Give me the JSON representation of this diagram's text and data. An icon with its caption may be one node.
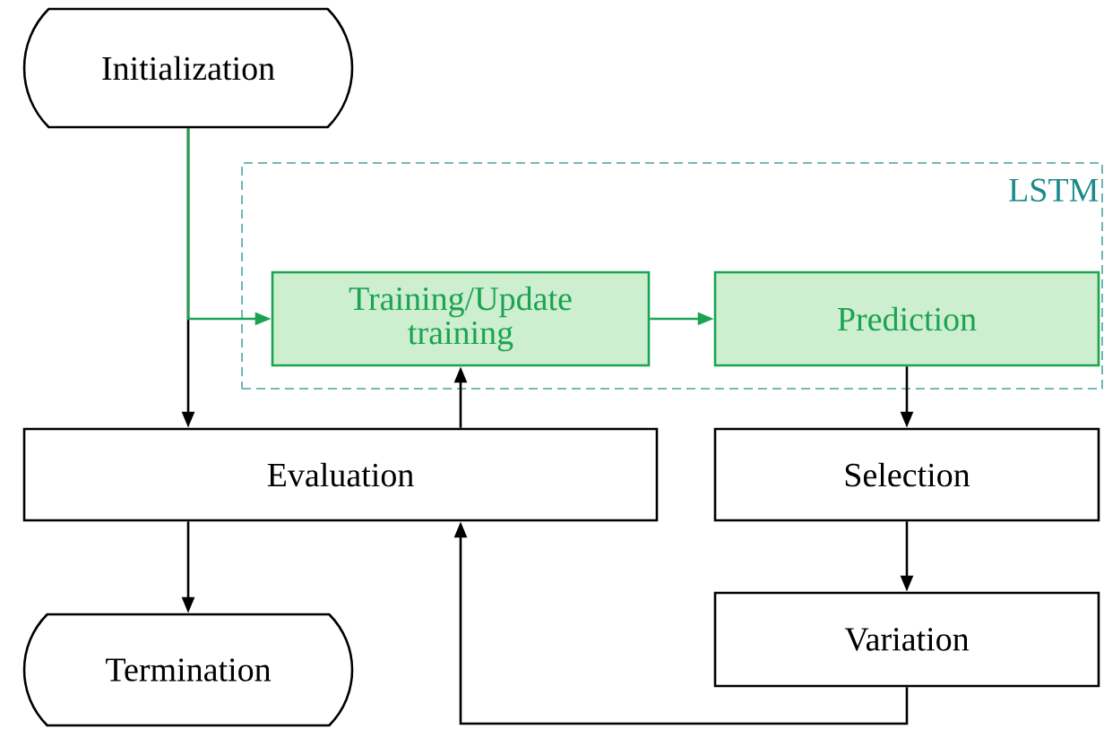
{
  "diagram": {
    "nodes": [
      {
        "text": [
          "Initialization"
        ]
      },
      {
        "text": [
          "LSTM"
        ]
      },
      {
        "text": [
          "Training/Update training"
        ],
        "in": 1
      },
      {
        "text": [
          "Prediction"
        ],
        "in": 1
      },
      {
        "text": [
          "Evaluation"
        ]
      },
      {
        "text": [
          "Selection"
        ]
      },
      {
        "text": [
          "Variation"
        ]
      },
      {
        "text": [
          "Termination"
        ]
      }
    ],
    "edges": [
      {
        "from": 0,
        "to": 4,
        "arrow": "to"
      },
      {
        "from": 0,
        "to": 2,
        "arrow": "to",
        "color": "#1aa352"
      },
      {
        "from": 2,
        "to": 3,
        "arrow": "to",
        "color": "#1aa352"
      },
      {
        "from": 4,
        "to": 2,
        "arrow": "to"
      },
      {
        "from": 3,
        "to": 5,
        "arrow": "to"
      },
      {
        "from": 5,
        "to": 6,
        "arrow": "to"
      },
      {
        "from": 6,
        "to": 4,
        "arrow": "to"
      },
      {
        "from": 4,
        "to": 7,
        "arrow": "to"
      }
    ]
  }
}
